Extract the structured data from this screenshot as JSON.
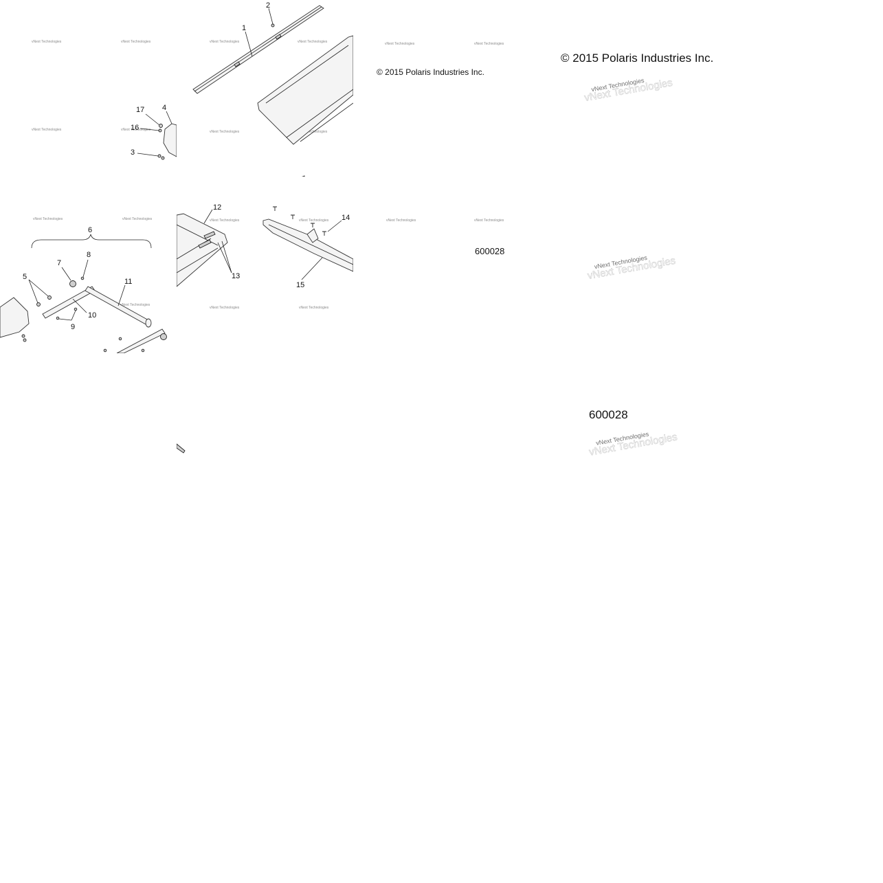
{
  "diagram": {
    "callouts": [
      "1",
      "2",
      "3",
      "4",
      "5",
      "6",
      "7",
      "8",
      "9",
      "10",
      "11",
      "12",
      "13",
      "14",
      "15",
      "16",
      "17"
    ],
    "watermark": "vNext Technologies",
    "copyright": "© 2015 Polaris Industries Inc.",
    "drawing_number": "600028"
  }
}
